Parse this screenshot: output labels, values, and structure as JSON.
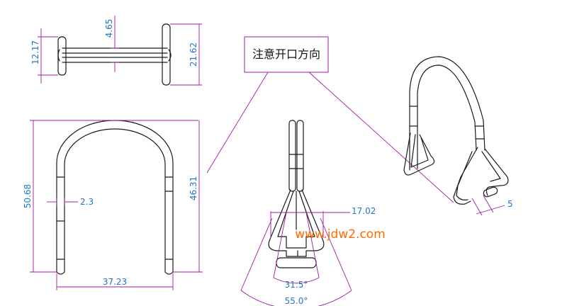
{
  "note_label": "注意开口方向",
  "watermark": "www.jdw2.com",
  "dimensions": {
    "top_height": "12.17",
    "top_gap": "4.65",
    "top_total": "21.62",
    "left_height": "50.68",
    "wire_diameter": "2.3",
    "inner_height": "46.31",
    "width": "37.23",
    "spread": "17.02",
    "angle_inner": "31.5°",
    "angle_outer": "55.0°",
    "end_gap": "5"
  },
  "colors": {
    "object": "#1a1a1a",
    "dimension_line": "#a21aa2",
    "dimension_text": "#1e78c8",
    "watermark": "#ff6a00"
  }
}
